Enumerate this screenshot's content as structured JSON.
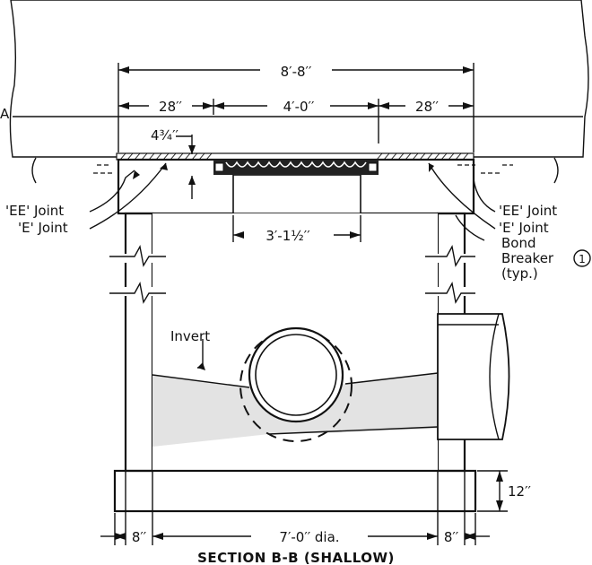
{
  "title": "SECTION B-B (SHALLOW)",
  "dimensions": {
    "overall_width": "8′-8′′",
    "left_offset": "28′′",
    "frame_width": "4′-0′′",
    "right_offset": "28′′",
    "bevel": "4¾′′",
    "opening": "3′-1½′′",
    "base_thickness": "12′′",
    "left_wall": "8′′",
    "inside_diameter": "7′-0′′ dia.",
    "right_wall": "8′′"
  },
  "callouts": {
    "ee_joint_left": "'EE' Joint",
    "e_joint_left": "'E' Joint",
    "ee_joint_right": "'EE' Joint",
    "e_joint_right": "'E' Joint",
    "bond_breaker_line1": "Bond",
    "bond_breaker_line2": "Breaker",
    "bond_breaker_line3": "(typ.)",
    "bond_breaker_note": "1",
    "invert": "Invert",
    "edge_mark": "A"
  },
  "colors": {
    "slab": "#e6e6e6",
    "concrete": "#cdcdcd",
    "wall": "#8c8c8c",
    "base": "#888888",
    "line": "#111111"
  }
}
